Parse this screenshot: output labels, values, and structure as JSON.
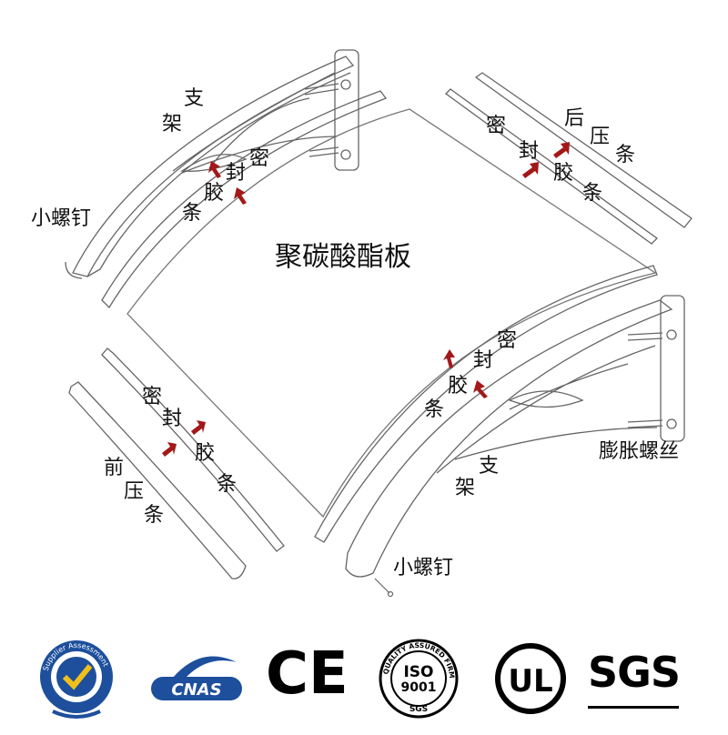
{
  "title": "聚碳酸酯板",
  "labels": {
    "support_tl": "支\n架",
    "screw_small_left": "小螺钉",
    "seal_tl": "密\n封\n胶\n条",
    "seal_tr": "密\n封\n胶\n条",
    "back_strip": "后\n压\n条",
    "seal_bl": "密\n封\n胶\n条",
    "front_strip": "前\n压\n条",
    "seal_br": "密\n封\n胶\n条",
    "expansion_screw": "膨胀螺丝",
    "support_br": "支\n架",
    "screw_small_bottom": "小螺钉"
  },
  "logos": {
    "supplier": "Supplier Assessment",
    "cnas": "CNAS",
    "ce": "CE",
    "iso_ring": "QUALITY ASSURED FIRM",
    "iso_main": "ISO",
    "iso_num": "9001",
    "iso_sub": "SGS",
    "ul": "UL",
    "sgs": "SGS"
  },
  "colors": {
    "arrow": "#a31818",
    "line": "#555555",
    "panel": "#9a9a9a"
  }
}
